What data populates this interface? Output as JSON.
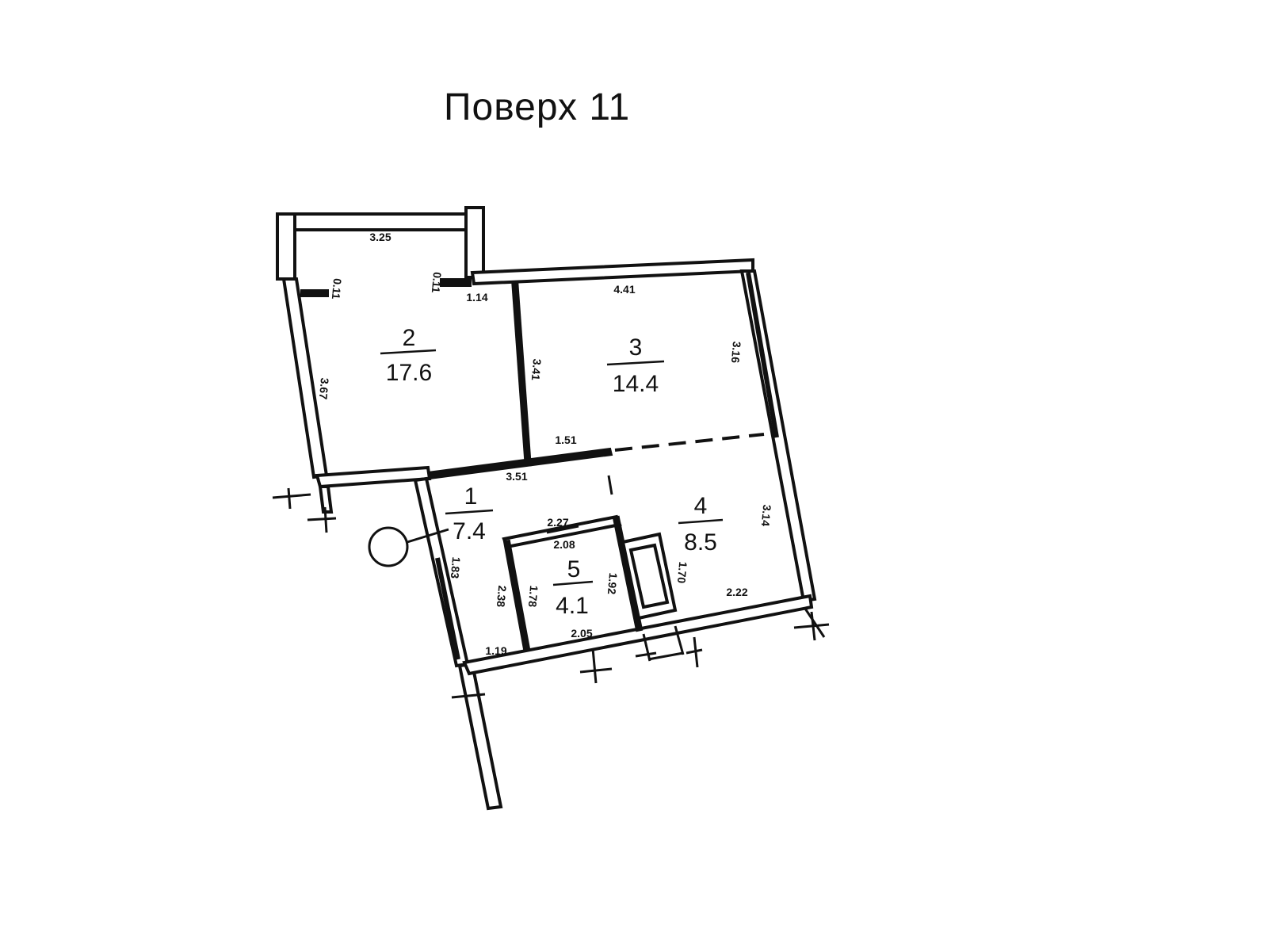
{
  "title": "Поверх 11",
  "rooms": [
    {
      "number": "2",
      "area": "17.6"
    },
    {
      "number": "3",
      "area": "14.4"
    },
    {
      "number": "1",
      "area": "7.4"
    },
    {
      "number": "4",
      "area": "8.5"
    },
    {
      "number": "5",
      "area": "4.1"
    }
  ],
  "dimensions": {
    "room2_top": "3.25",
    "room2_side_left": "3.67",
    "room2_post_left": "0.11",
    "room2_post_right": "0.11",
    "room2_bottom_right": "1.14",
    "room3_top": "4.41",
    "room3_left": "3.41",
    "room3_right": "3.16",
    "room3_bottom": "1.51",
    "room1_top": "3.51",
    "room1_left": "1.83",
    "room1_bath_left": "2.38",
    "room1_bottom": "1.19",
    "room5_top": "2.27",
    "room5_inner_top": "2.08",
    "room5_left": "1.78",
    "room5_right": "1.92",
    "room5_bottom": "2.05",
    "room4_right": "3.14",
    "room4_left": "1.70",
    "room4_bottom": "2.22"
  }
}
